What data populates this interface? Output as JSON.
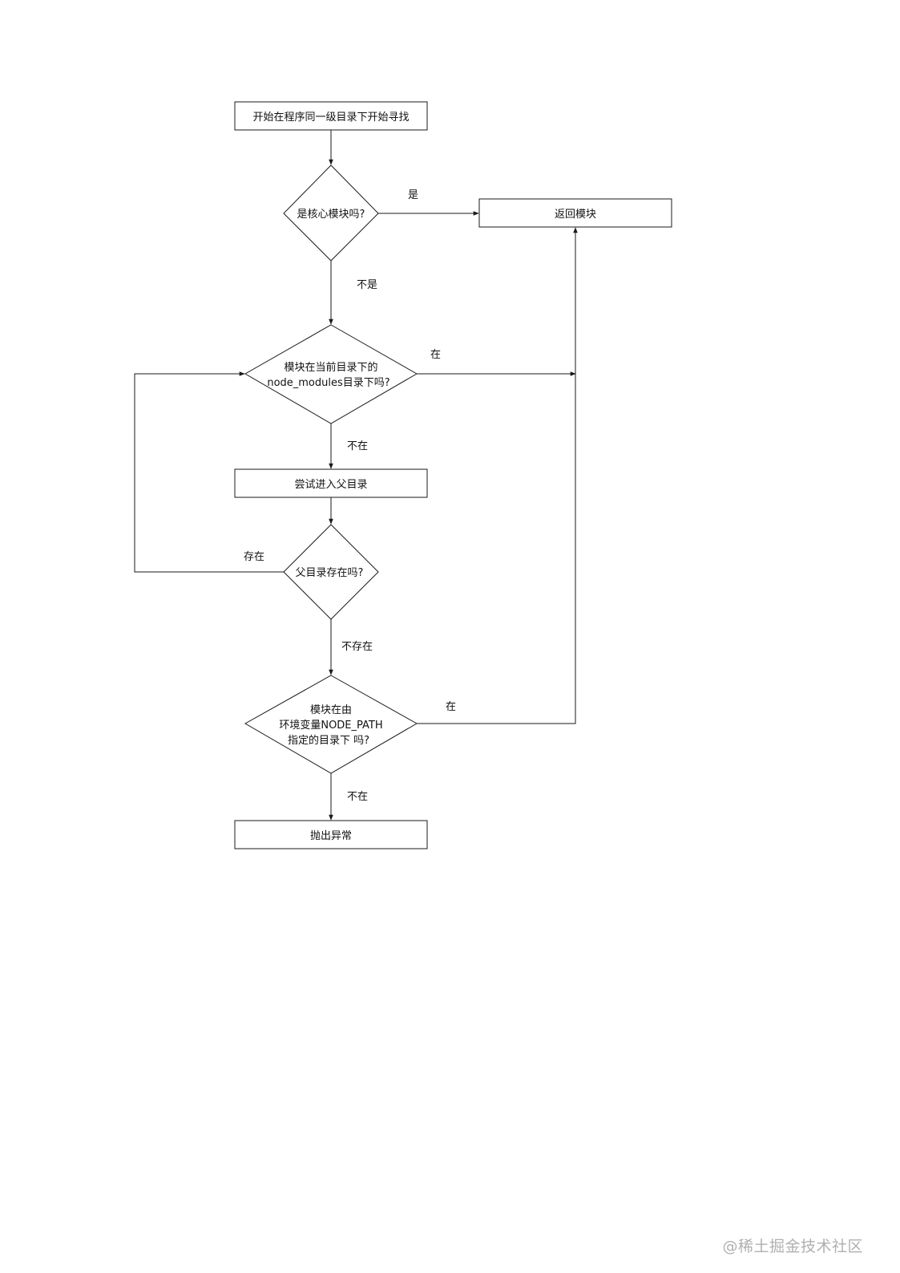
{
  "diagram": {
    "nodes": {
      "start": {
        "lines": [
          "开始在程序同一级目录下开始寻找"
        ]
      },
      "is_core": {
        "lines": [
          "是核心模块吗?"
        ]
      },
      "return_module": {
        "lines": [
          "返回模块"
        ]
      },
      "in_node_modules": {
        "lines": [
          "模块在当前目录下的",
          "node_modules目录下吗?"
        ]
      },
      "enter_parent": {
        "lines": [
          "尝试进入父目录"
        ]
      },
      "parent_exists": {
        "lines": [
          "父目录存在吗?"
        ]
      },
      "in_node_path": {
        "lines": [
          "模块在由",
          "环境变量NODE_PATH",
          "指定的目录下 吗?"
        ]
      },
      "throw_error": {
        "lines": [
          "抛出异常"
        ]
      }
    },
    "edges": {
      "core_yes": "是",
      "core_no": "不是",
      "node_modules_yes": "在",
      "node_modules_no": "不在",
      "parent_yes": "存在",
      "parent_no": "不存在",
      "node_path_yes": "在",
      "node_path_no": "不在"
    }
  },
  "watermark": "@稀土掘金技术社区"
}
